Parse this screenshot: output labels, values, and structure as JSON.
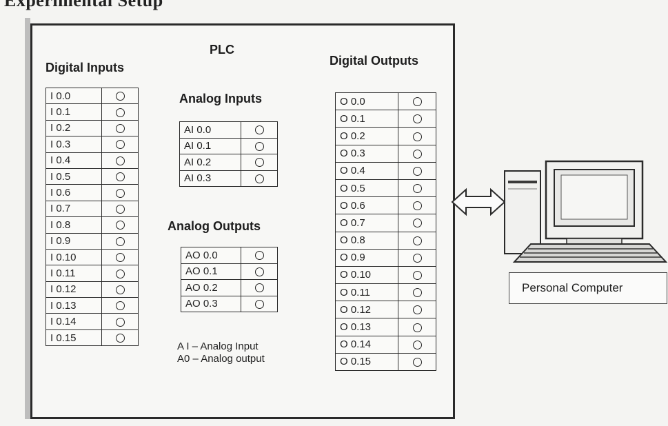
{
  "caption": "Experimental Setup",
  "plc": {
    "title": "PLC",
    "digital_inputs": {
      "heading": "Digital Inputs",
      "channels": [
        "I 0.0",
        "I 0.1",
        "I 0.2",
        "I 0.3",
        "I 0.4",
        "I 0.5",
        "I 0.6",
        "I 0.7",
        "I 0.8",
        "I 0.9",
        "I 0.10",
        "I 0.11",
        "I 0.12",
        "I 0.13",
        "I 0.14",
        "I 0.15"
      ]
    },
    "analog_inputs": {
      "heading": "Analog Inputs",
      "channels": [
        "AI 0.0",
        "AI 0.1",
        "AI 0.2",
        "AI 0.3"
      ]
    },
    "analog_outputs": {
      "heading": "Analog Outputs",
      "channels": [
        "AO 0.0",
        "AO 0.1",
        "AO 0.2",
        "AO 0.3"
      ]
    },
    "digital_outputs": {
      "heading": "Digital Outputs",
      "channels": [
        "O 0.0",
        "O 0.1",
        "O 0.2",
        "O 0.3",
        "O 0.4",
        "O 0.5",
        "O 0.6",
        "O 0.7",
        "O 0.8",
        "O 0.9",
        "O 0.10",
        "O 0.11",
        "O 0.12",
        "O 0.13",
        "O 0.14",
        "O 0.15"
      ]
    },
    "legend": {
      "ai": "A I – Analog Input",
      "ao": "A0 – Analog output"
    }
  },
  "computer": {
    "label": "Personal Computer",
    "icon": "desktop-computer-icon"
  },
  "link": {
    "icon": "double-arrow-icon"
  }
}
